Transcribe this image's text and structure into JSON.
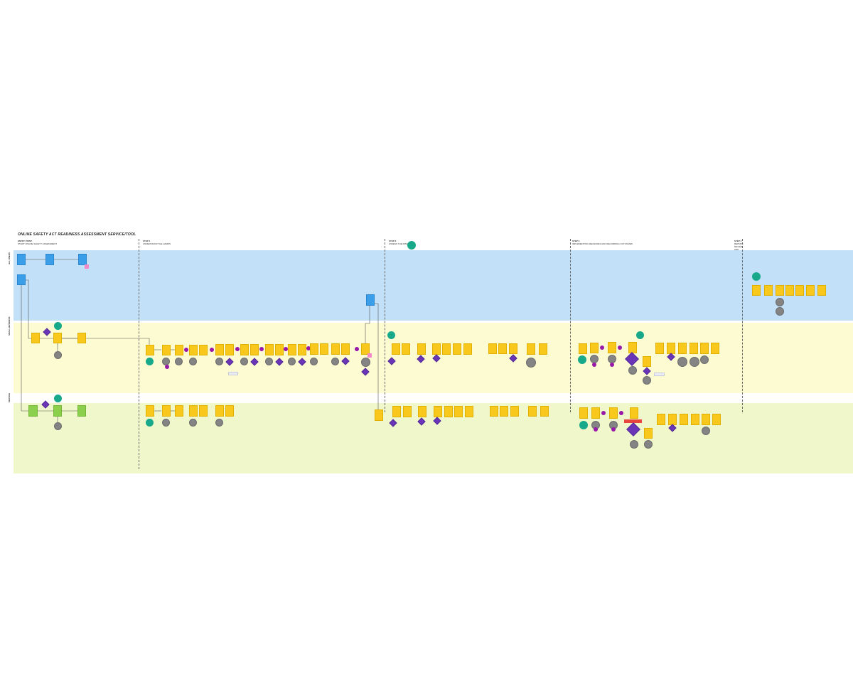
{
  "board": {
    "title": "ONLINE SAFETY ACT READINESS ASSESSMENT SERVICE/TOOL"
  },
  "stages": [
    {
      "heading": "ENTRY POINT",
      "subheading": "START ONLINE SAFETY ASSESSMENT"
    },
    {
      "heading": "STEP 1",
      "subheading": "UNDERSTAND THE HARMS"
    },
    {
      "heading": "STEP 2",
      "subheading": "ASSESS THE RISK"
    },
    {
      "heading": "STEP 3",
      "subheading": "IMPLEMENTING MEASURES AND RECORDING OUTCOMES"
    },
    {
      "heading": "STEP 4",
      "subheading": "REPORT, REVIEW AND UPDATE"
    }
  ],
  "lanes": [
    {
      "label": "ALL USERS"
    },
    {
      "label": "SMALL BUSINESS"
    },
    {
      "label": "SERVICE"
    }
  ],
  "colors": {
    "lane_blue": "#c2e0f7",
    "lane_yellow": "#fdfbd1",
    "lane_green": "#f0f7cb",
    "sticky_yellow": "#f9c81c",
    "sticky_blue": "#3b9ee8",
    "sticky_green": "#8ccf4d",
    "start_teal": "#17a98a",
    "decision_purple": "#6a36b7",
    "connector_magenta": "#9818a9",
    "comment_grey": "#848484"
  }
}
